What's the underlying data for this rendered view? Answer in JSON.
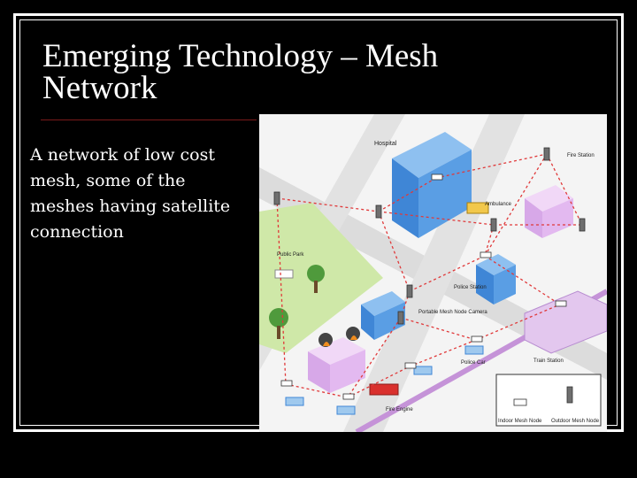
{
  "slide": {
    "title": "Emerging Technology – Mesh Network",
    "body": "A network of low cost mesh, some of the meshes having satellite connection"
  },
  "diagram": {
    "labels": {
      "hospital": "Hospital",
      "fire_station": "Fire Station",
      "ambulance": "Ambulance",
      "public_park": "Public Park",
      "police_station": "Police Station",
      "portable_mesh": "Portable Mesh Node Camera",
      "police_car": "Police Car",
      "train_station": "Train Station",
      "fire_engine": "Fire Engine"
    },
    "legend": {
      "indoor": "Indoor Mesh Node",
      "outdoor": "Outdoor Mesh Node"
    },
    "colors": {
      "road": "#d9d9d9",
      "park": "#cfe8a8",
      "hospital": "#3f86d6",
      "fire_station": "#e3b9f0",
      "police_station": "#3f86d6",
      "train": "#e3c7ee",
      "mesh_link": "#e0393a",
      "rail": "#c593d8",
      "burning_building": "#e3b9f0",
      "fire_engine": "#d9302d"
    }
  }
}
